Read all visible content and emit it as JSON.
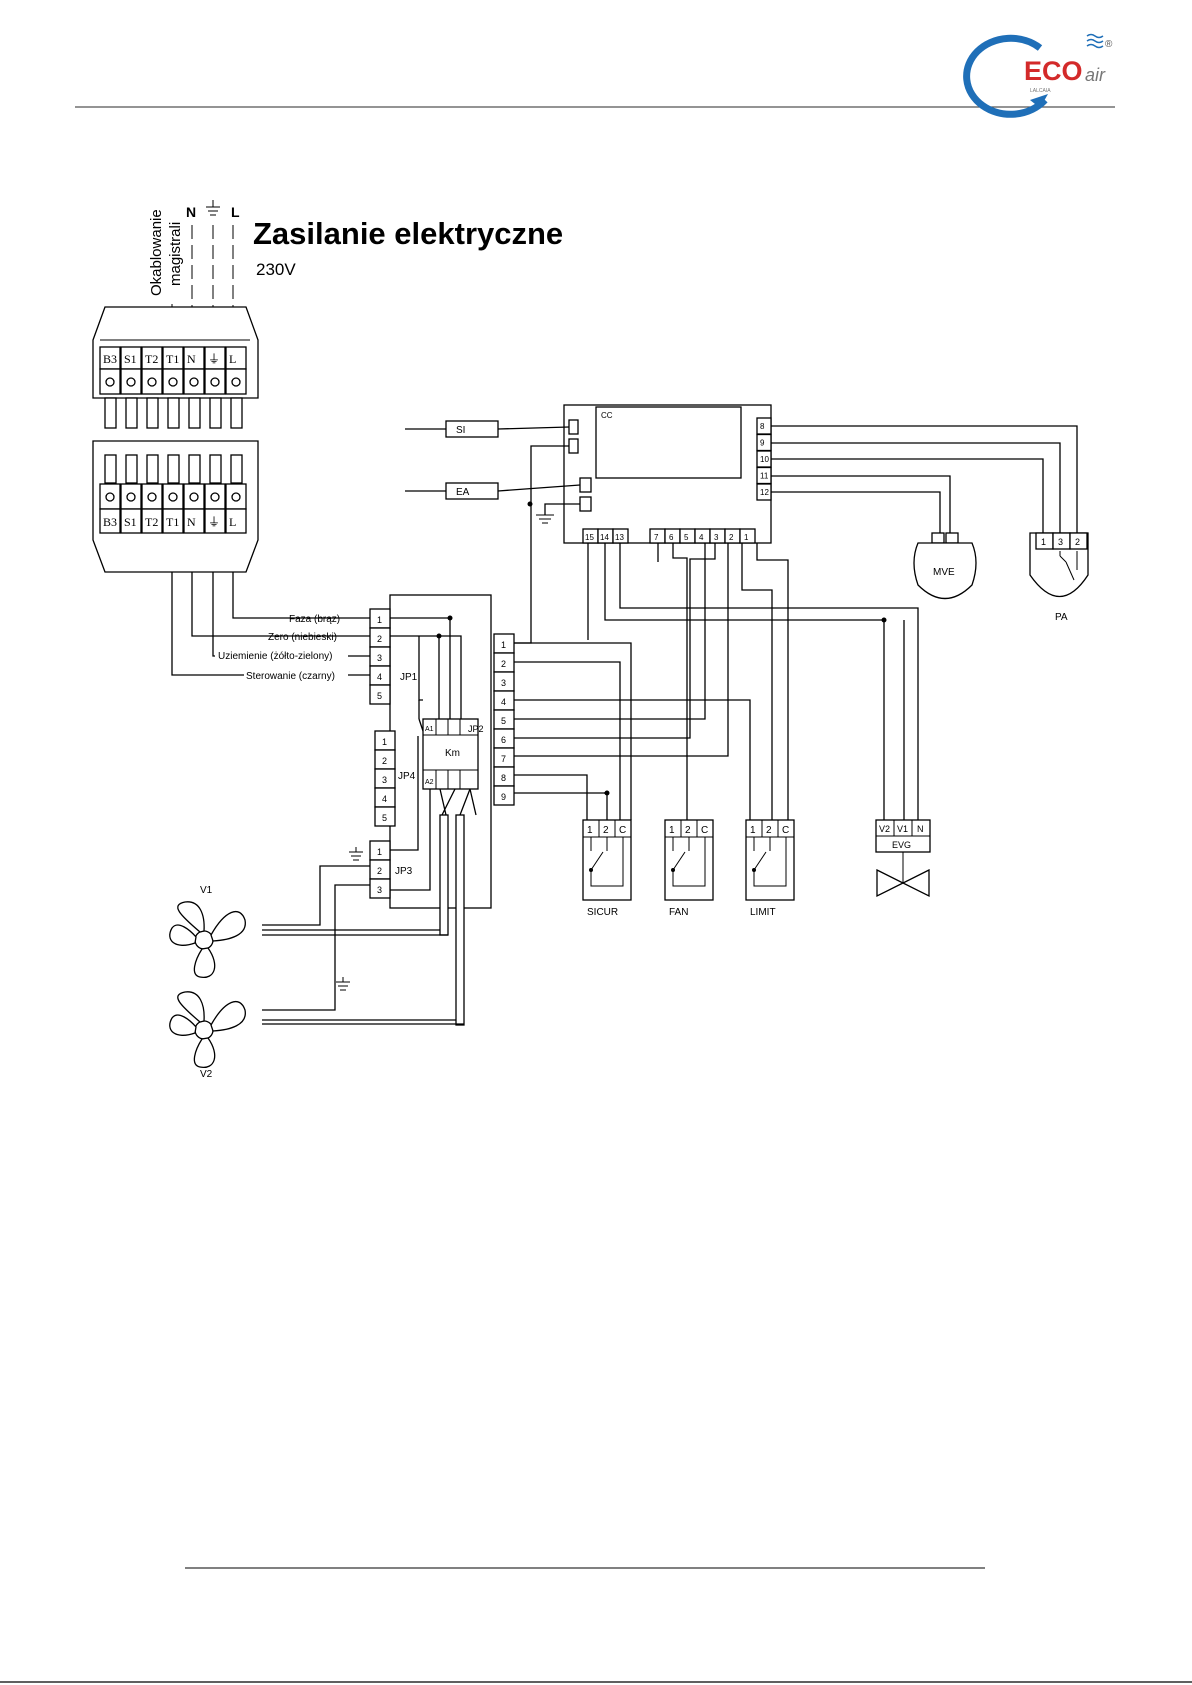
{
  "brand": {
    "name": "ECO",
    "suffix": "air",
    "small": "LALCAIA",
    "registered": "®",
    "colors": {
      "blue": "#1f6fb8",
      "red": "#d32a2a",
      "grey": "#777777"
    }
  },
  "diagram": {
    "title": "Zasilanie elektryczne",
    "voltage": "230V",
    "cable_label_1": "Okablowanie",
    "cable_label_2": "magistrali",
    "supply_n": "N",
    "supply_l": "L",
    "terminal_labels": [
      "B3",
      "S1",
      "T2",
      "T1",
      "N",
      "⏚",
      "L"
    ],
    "controller": "CC",
    "si": "SI",
    "ea": "EA",
    "cc_right_pins": [
      "8",
      "9",
      "10",
      "11",
      "12"
    ],
    "cc_bottom_left_pins": [
      "15",
      "14",
      "13"
    ],
    "cc_bottom_right_pins": [
      "7",
      "6",
      "5",
      "4",
      "3",
      "2",
      "1"
    ],
    "mve": "MVE",
    "pa": "PA",
    "pa_pins": [
      "1",
      "3",
      "2"
    ],
    "wires": [
      "Faza (brąz)",
      "Zero (niebieski)",
      "Uziemienie (żółto-zielony)",
      "Sterowanie (czarny)"
    ],
    "jp1": "JP1",
    "jp2": "JP2",
    "jp3": "JP3",
    "jp4": "JP4",
    "km": "Km",
    "a1": "A1",
    "a2": "A2",
    "jp1_pins": [
      "1",
      "2",
      "3",
      "4",
      "5"
    ],
    "jp4_pins": [
      "1",
      "2",
      "3",
      "4",
      "5"
    ],
    "jp3_pins": [
      "1",
      "2",
      "3"
    ],
    "right_pins": [
      "1",
      "2",
      "3",
      "4",
      "5",
      "6",
      "7",
      "8",
      "9"
    ],
    "switch_pins": [
      "1",
      "2",
      "C"
    ],
    "sicur": "SICUR",
    "fan": "FAN",
    "limit": "LIMIT",
    "evg": "EVG",
    "evg_pins": [
      "V2",
      "V1",
      "N"
    ],
    "v1": "V1",
    "v2": "V2"
  }
}
